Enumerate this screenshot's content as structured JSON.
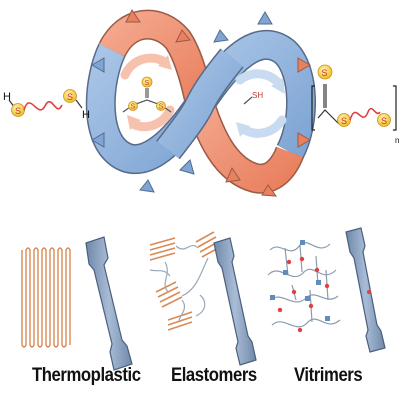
{
  "top": {
    "dithiol": {
      "atom_left": "H",
      "atom_right": "H",
      "sulfur": "S"
    },
    "cta": {
      "sulfur": "S"
    },
    "thiol": {
      "group": "SH"
    },
    "polymer": {
      "sulfur": "S",
      "subscript": "n"
    }
  },
  "bottom": {
    "labels": {
      "thermoplastic": "Thermoplastic",
      "elastomers": "Elastomers",
      "vitrimers": "Vitrimers"
    }
  },
  "colors": {
    "salmon": "#ef8f72",
    "salmon_light": "#f7c3b0",
    "blue": "#8fb3dd",
    "blue_light": "#c8dbf0",
    "sulfur": "#f4c430",
    "chain_red": "#e04040",
    "steel": "#7d95b6",
    "fiber": "#d98a55"
  },
  "icons": [
    "dithiol-molecule",
    "trithiocarbonate-cta",
    "thiol-reagent",
    "polymer-repeat-unit",
    "infinity-loop",
    "recycle-arrows",
    "tensile-specimen",
    "crosslink-network"
  ]
}
